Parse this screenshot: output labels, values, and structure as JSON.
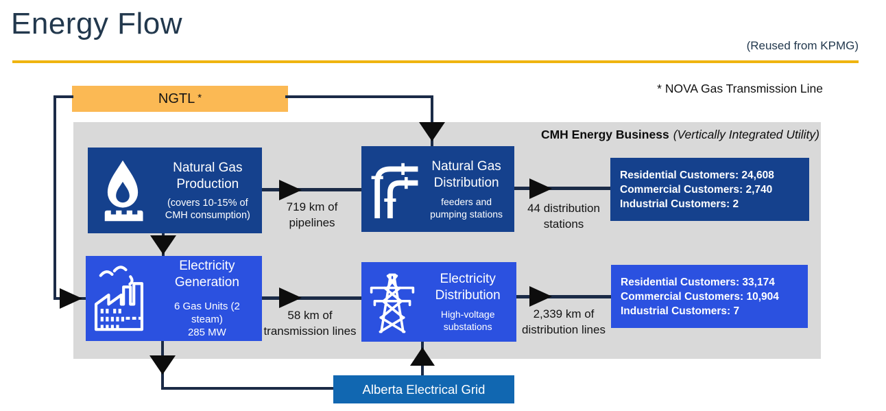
{
  "header": {
    "title": "Energy Flow",
    "credit": "(Reused from KPMG)",
    "footnote": "* NOVA Gas Transmission Line"
  },
  "ngtl": {
    "label": "NGTL",
    "superscript": "*"
  },
  "region": {
    "title_bold": "CMH Energy Business",
    "title_italic": "(Vertically Integrated Utility)"
  },
  "nodes": {
    "gas_production": {
      "title": "Natural Gas Production",
      "subtitle": "(covers 10-15% of CMH consumption)",
      "icon": "flame-icon"
    },
    "gas_distribution": {
      "title": "Natural Gas Distribution",
      "subtitle": "feeders and pumping stations",
      "icon": "pipes-icon"
    },
    "electricity_generation": {
      "title": "Electricity Generation",
      "detail1": "6 Gas Units (2 steam)",
      "detail2": "285 MW",
      "icon": "factory-icon"
    },
    "electricity_distribution": {
      "title": "Electricity Distribution",
      "subtitle": "High-voltage substations",
      "icon": "transmission-tower-icon"
    },
    "alberta_grid": {
      "title": "Alberta Electrical Grid"
    }
  },
  "customers": {
    "gas": {
      "lines": [
        "Residential Customers: 24,608",
        "Commercial Customers: 2,740",
        "Industrial Customers: 2"
      ]
    },
    "electricity": {
      "lines": [
        "Residential Customers: 33,174",
        "Commercial Customers: 10,904",
        "Industrial Customers: 7"
      ]
    }
  },
  "flow_labels": {
    "pipelines": "719 km of pipelines",
    "gas_stations": "44 distribution stations",
    "transmission": "58 km of transmission lines",
    "distribution": "2,339 km of distribution lines"
  },
  "colors": {
    "navy_box": "#15418D",
    "bright_blue_box": "#2B51E0",
    "grid_box": "#1167B1",
    "ngtl_orange": "#FBB954",
    "container_gray": "#D9D9D9",
    "accent_gold": "#EFB410",
    "connector_navy": "#1B2B47",
    "arrowhead_black": "#0D0D0D"
  }
}
